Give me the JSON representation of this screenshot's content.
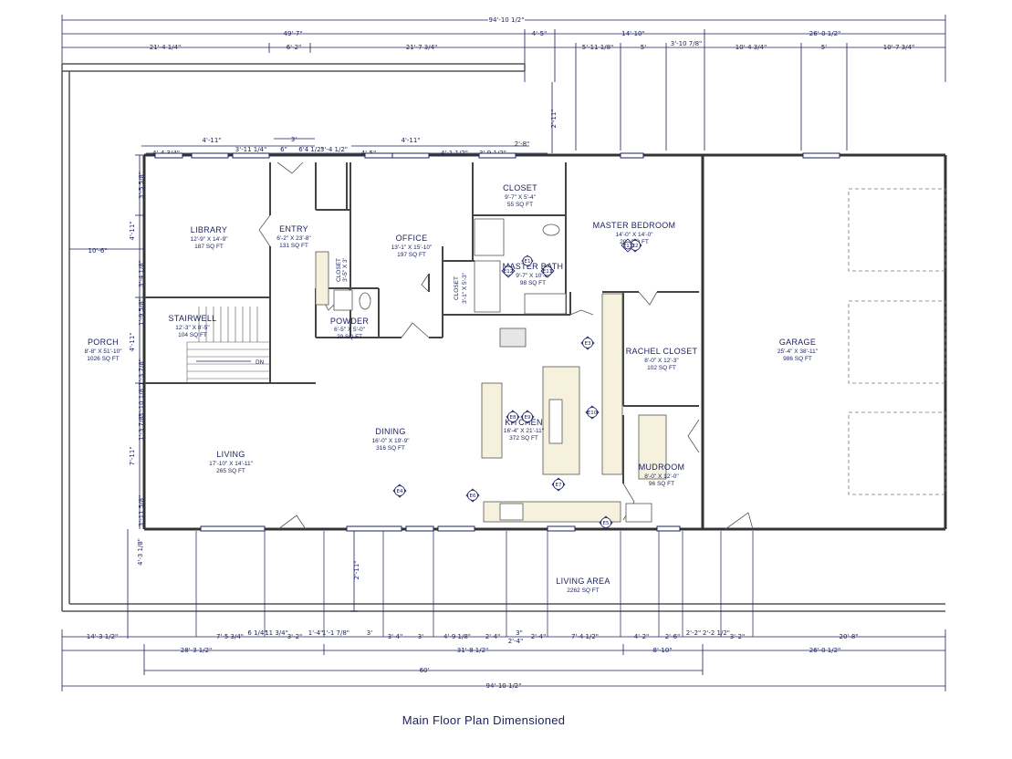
{
  "title": "Main Floor Plan Dimensioned",
  "dimensions": {
    "top": {
      "overall": "94'-10 1/2\"",
      "row2": [
        "49'-7\"",
        "4'-5\"",
        "14'-10\"",
        "26'-0 1/2\""
      ],
      "row3": [
        "21'-4 1/4\"",
        "6'-2\"",
        "21'-7 3/4\"",
        "5'-11 1/8\"",
        "5'",
        "3'-10 7/8\"",
        "10'-4 3/4\"",
        "5'",
        "10'-7 3/4\""
      ],
      "upper": [
        "4'-11\"",
        "3'",
        "4'-11\""
      ],
      "interior": [
        "4'-4 3/4\"",
        "3'-11 1/4\"",
        "6\"",
        "6'4 1/2\"",
        "3'-4 1/2\"",
        "4'-5\"",
        "4'-1 1/2\"",
        "3'-9 1/2\"",
        "2'-8\""
      ],
      "vertical": "2'-11\""
    },
    "left": {
      "porch_width": "10'-6\"",
      "segments": [
        "3'-5 5/8\"",
        "4'-11\"",
        "3'-4 1/8\"",
        "1'-9 5/8\"",
        "4'-11\"",
        "1'-3 7/8\"",
        "3'-10 1/8\"",
        "1'-3 7/8\"",
        "7'-11\"",
        "3'-11 5/8\"",
        "4'-3 1/8\""
      ]
    },
    "front": {
      "depth": "2'-11\""
    },
    "bottom": {
      "row1": [
        "14'-3 1/2\"",
        "7'-5 3/4\"",
        "6 1/4\"",
        "11 3/4\"",
        "3'-2\"",
        "1'-4\"",
        "1'-1 7/8\"",
        "3'",
        "3'-4\"",
        "3'",
        "4'-9 1/8\"",
        "2'-4\"",
        "3\"",
        "2'-4\"",
        "2'-4\"",
        "7'-4 1/2\"",
        "4'-2\"",
        "2'-6\"",
        "2'-2\"",
        "2'-2 1/2\"",
        "3'-2\"",
        "20'-8\""
      ],
      "row2": [
        "28'-3 1/2\"",
        "31'-8 1/2\"",
        "8'-10\"",
        "26'-0 1/2\""
      ],
      "row3": "60'",
      "overall": "94'-10 1/2\""
    }
  },
  "rooms": [
    {
      "name": "LIBRARY",
      "size": "12'-9\" X 14'-9\"",
      "area": "187 SQ FT"
    },
    {
      "name": "ENTRY",
      "size": "6'-2\" X 23'-8\"",
      "area": "131 SQ FT"
    },
    {
      "name": "OFFICE",
      "size": "13'-1\" X 15'-10\"",
      "area": "197 SQ FT"
    },
    {
      "name": "CLOSET",
      "size": "9'-7\" X 5'-4\"",
      "area": "55 SQ FT"
    },
    {
      "name": "MASTER BEDROOM",
      "size": "14'-0\" X 14'-0\"",
      "area": "200 SQ FT"
    },
    {
      "name": "MASTER BATH",
      "size": "9'-7\" X 10'-6\"",
      "area": "98 SQ FT"
    },
    {
      "name": "CLOSET",
      "size": "3'-1\" X 5'-3\"",
      "area": ""
    },
    {
      "name": "CLOSET",
      "size": "3'-5\" X 3'",
      "area": ""
    },
    {
      "name": "POWDER",
      "size": "6'-5\" X 5'-0\"",
      "area": "29 SQ FT"
    },
    {
      "name": "STAIRWELL",
      "size": "12'-3\" X 8'-5\"",
      "area": "104 SQ FT"
    },
    {
      "name": "PORCH",
      "size": "8'-8\" X 51'-10\"",
      "area": "1026 SQ FT"
    },
    {
      "name": "RACHEL CLOSET",
      "size": "8'-0\" X 12'-3\"",
      "area": "102 SQ FT"
    },
    {
      "name": "KITCHEN",
      "size": "16'-4\" X 21'-11\"",
      "area": "372 SQ FT"
    },
    {
      "name": "DINING",
      "size": "16'-0\" X 19'-9\"",
      "area": "316 SQ FT"
    },
    {
      "name": "LIVING",
      "size": "17'-10\" X 14'-11\"",
      "area": "265 SQ FT"
    },
    {
      "name": "MUDROOM",
      "size": "8'-0\" X 12'-0\"",
      "area": "96 SQ FT"
    },
    {
      "name": "GARAGE",
      "size": "25'-4\" X 38'-11\"",
      "area": "986 SQ FT"
    },
    {
      "name": "LIVING AREA",
      "size": "",
      "area": "2262 SQ FT"
    }
  ],
  "stair_label": "DN",
  "elevation_markers": [
    "E1",
    "E2",
    "E3",
    "E4",
    "E5",
    "E6",
    "E7",
    "E8",
    "E9",
    "E10",
    "E11",
    "E12",
    "E13"
  ],
  "colors": {
    "line": "#1a1f5e",
    "wall": "#555555",
    "counter": "#f5f1dc"
  }
}
